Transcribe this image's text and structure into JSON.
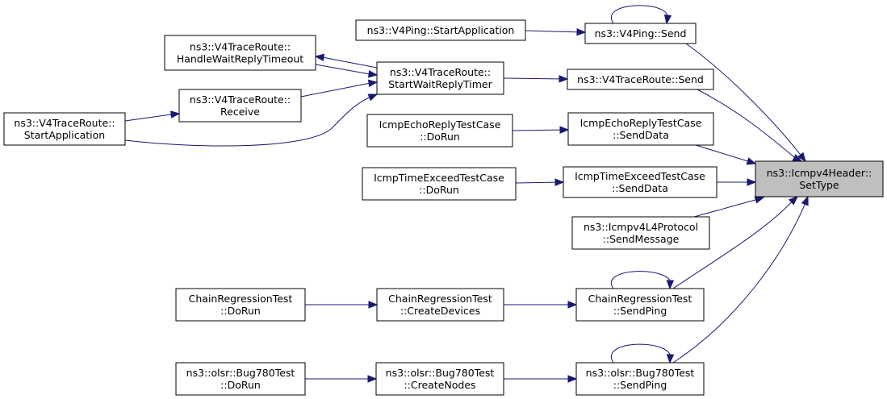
{
  "nodes": [
    {
      "id": "settype",
      "lines": [
        "ns3::Icmpv4Header::",
        "SetType"
      ],
      "focus": true
    },
    {
      "id": "v4ping_send",
      "lines": [
        "ns3::V4Ping::Send"
      ]
    },
    {
      "id": "v4ping_start",
      "lines": [
        "ns3::V4Ping::StartApplication"
      ]
    },
    {
      "id": "tr_send",
      "lines": [
        "ns3::V4TraceRoute::Send"
      ]
    },
    {
      "id": "tr_startwait",
      "lines": [
        "ns3::V4TraceRoute::",
        "StartWaitReplyTimer"
      ]
    },
    {
      "id": "tr_handle",
      "lines": [
        "ns3::V4TraceRoute::",
        "HandleWaitReplyTimeout"
      ]
    },
    {
      "id": "tr_receive",
      "lines": [
        "ns3::V4TraceRoute::",
        "Receive"
      ]
    },
    {
      "id": "tr_startapp",
      "lines": [
        "ns3::V4TraceRoute::",
        "StartApplication"
      ]
    },
    {
      "id": "echo_send",
      "lines": [
        "IcmpEchoReplyTestCase",
        "::SendData"
      ]
    },
    {
      "id": "echo_run",
      "lines": [
        "IcmpEchoReplyTestCase",
        "::DoRun"
      ]
    },
    {
      "id": "te_send",
      "lines": [
        "IcmpTimeExceedTestCase",
        "::SendData"
      ]
    },
    {
      "id": "te_run",
      "lines": [
        "IcmpTimeExceedTestCase",
        "::DoRun"
      ]
    },
    {
      "id": "l4_send",
      "lines": [
        "ns3::Icmpv4L4Protocol",
        "::SendMessage"
      ]
    },
    {
      "id": "chain_ping",
      "lines": [
        "ChainRegressionTest",
        "::SendPing"
      ]
    },
    {
      "id": "chain_create",
      "lines": [
        "ChainRegressionTest",
        "::CreateDevices"
      ]
    },
    {
      "id": "chain_run",
      "lines": [
        "ChainRegressionTest",
        "::DoRun"
      ]
    },
    {
      "id": "bug_ping",
      "lines": [
        "ns3::olsr::Bug780Test",
        "::SendPing"
      ]
    },
    {
      "id": "bug_create",
      "lines": [
        "ns3::olsr::Bug780Test",
        "::CreateNodes"
      ]
    },
    {
      "id": "bug_run",
      "lines": [
        "ns3::olsr::Bug780Test",
        "::DoRun"
      ]
    }
  ],
  "edges": [
    {
      "from": "v4ping_send",
      "to": "settype"
    },
    {
      "from": "v4ping_send",
      "to": "v4ping_send"
    },
    {
      "from": "v4ping_start",
      "to": "v4ping_send"
    },
    {
      "from": "tr_send",
      "to": "settype"
    },
    {
      "from": "tr_startwait",
      "to": "tr_send"
    },
    {
      "from": "tr_startwait",
      "to": "tr_handle"
    },
    {
      "from": "tr_handle",
      "to": "tr_startwait"
    },
    {
      "from": "tr_receive",
      "to": "tr_startwait"
    },
    {
      "from": "tr_startapp",
      "to": "tr_receive"
    },
    {
      "from": "tr_startapp",
      "to": "tr_startwait"
    },
    {
      "from": "echo_send",
      "to": "settype"
    },
    {
      "from": "echo_run",
      "to": "echo_send"
    },
    {
      "from": "te_send",
      "to": "settype"
    },
    {
      "from": "te_run",
      "to": "te_send"
    },
    {
      "from": "l4_send",
      "to": "settype"
    },
    {
      "from": "chain_ping",
      "to": "settype"
    },
    {
      "from": "chain_ping",
      "to": "chain_ping"
    },
    {
      "from": "chain_create",
      "to": "chain_ping"
    },
    {
      "from": "chain_run",
      "to": "chain_create"
    },
    {
      "from": "bug_ping",
      "to": "settype"
    },
    {
      "from": "bug_ping",
      "to": "bug_ping"
    },
    {
      "from": "bug_create",
      "to": "bug_ping"
    },
    {
      "from": "bug_run",
      "to": "bug_create"
    }
  ],
  "colors": {
    "edge": "#191970",
    "node_border": "#000000",
    "node_fill": "#ffffff",
    "focus_fill": "#bfbfbf"
  }
}
